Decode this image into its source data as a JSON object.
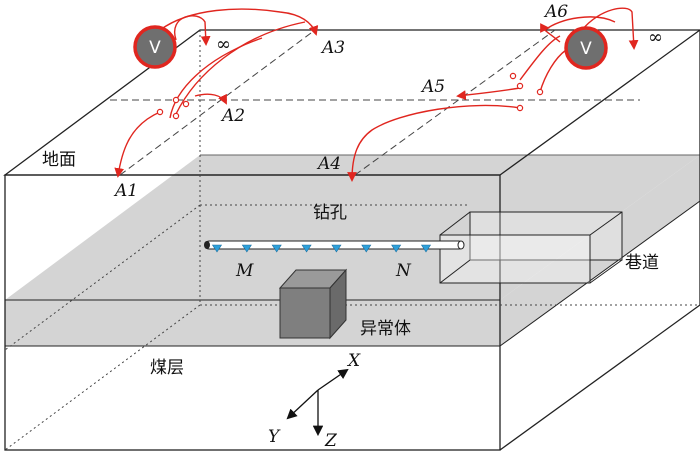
{
  "labels": {
    "ground": "地面",
    "borehole": "钻孔",
    "roadway": "巷道",
    "anomaly": "异常体",
    "coal_seam": "煤层",
    "point_m": "M",
    "point_n": "N",
    "a1": "A1",
    "a2": "A2",
    "a3": "A3",
    "a4": "A4",
    "a5": "A5",
    "a6": "A6",
    "infinity_left": "∞",
    "infinity_right": "∞",
    "voltmeter_left": "V",
    "voltmeter_right": "V",
    "axis_x": "X",
    "axis_y": "Y",
    "axis_z": "Z"
  },
  "colors": {
    "wire": "#e0261f",
    "coal_layer": "#d4d4d4",
    "anomaly_front": "#7f7f7f",
    "anomaly_top": "#9a9a9a",
    "anomaly_side": "#6a6a6a",
    "electrode": "#2e9fd8",
    "voltmeter_fill": "#6f6f6f",
    "voltmeter_ring": "#e0261f"
  },
  "electrode_count": 8
}
